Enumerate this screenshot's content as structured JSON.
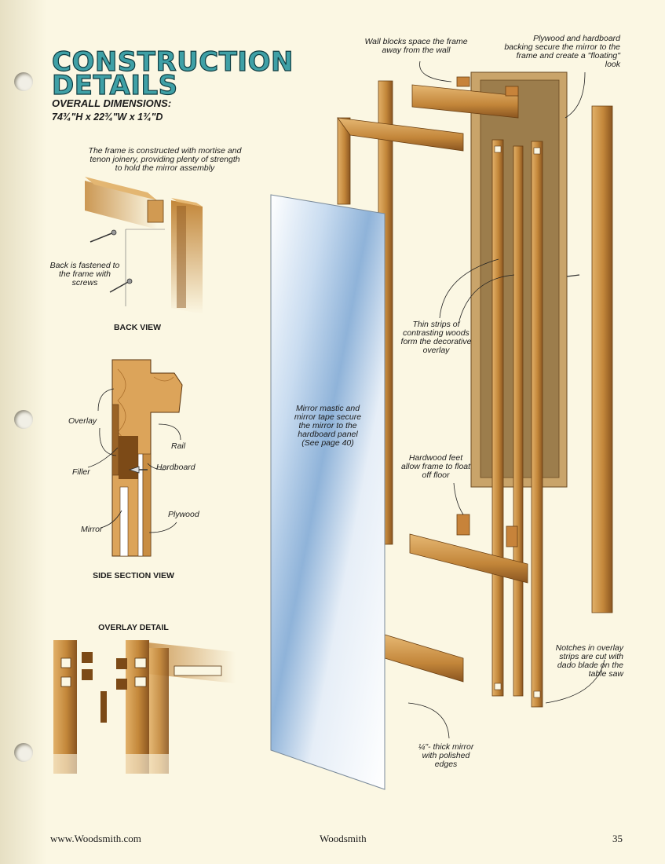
{
  "header": {
    "title_line1": "CONSTRUCTION",
    "title_line2": "DETAILS",
    "dims_label": "OVERALL DIMENSIONS:",
    "dims_value": "74¾\"H x 22¾\"W x 1¾\"D"
  },
  "back_view": {
    "caption_joinery": "The frame is constructed with mortise and tenon joinery, providing plenty of strength to hold the mirror assembly",
    "caption_screws": "Back is fastened to the frame with screws",
    "title": "BACK VIEW"
  },
  "side_section": {
    "labels": {
      "overlay": "Overlay",
      "rail": "Rail",
      "filler": "Filler",
      "hardboard": "Hardboard",
      "plywood": "Plywood",
      "mirror": "Mirror"
    },
    "title": "SIDE SECTION VIEW"
  },
  "overlay_detail": {
    "title": "OVERLAY DETAIL"
  },
  "exploded": {
    "wall_blocks": "Wall blocks space the frame away from the wall",
    "backing": "Plywood and hardboard backing secure the mirror to the frame and create a \"floating\" look",
    "strips": "Thin strips of contrasting woods form the decorative overlay",
    "mastic": "Mirror mastic and mirror tape secure the mirror to the hardboard panel (See page 40)",
    "feet": "Hardwood feet allow frame to float off floor",
    "notches": "Notches in overlay strips are cut with dado blade on the table saw",
    "mirror": "¼\"- thick mirror with polished edges"
  },
  "footer": {
    "url": "www.Woodsmith.com",
    "magazine": "Woodsmith",
    "page_number": "35"
  },
  "colors": {
    "wood_light": "#d9a154",
    "wood_mid": "#b97a2e",
    "wood_dark": "#7c4a17",
    "hardboard": "#a98a55",
    "title_fill": "#3fa0a6",
    "paper": "#fbf7e3"
  }
}
